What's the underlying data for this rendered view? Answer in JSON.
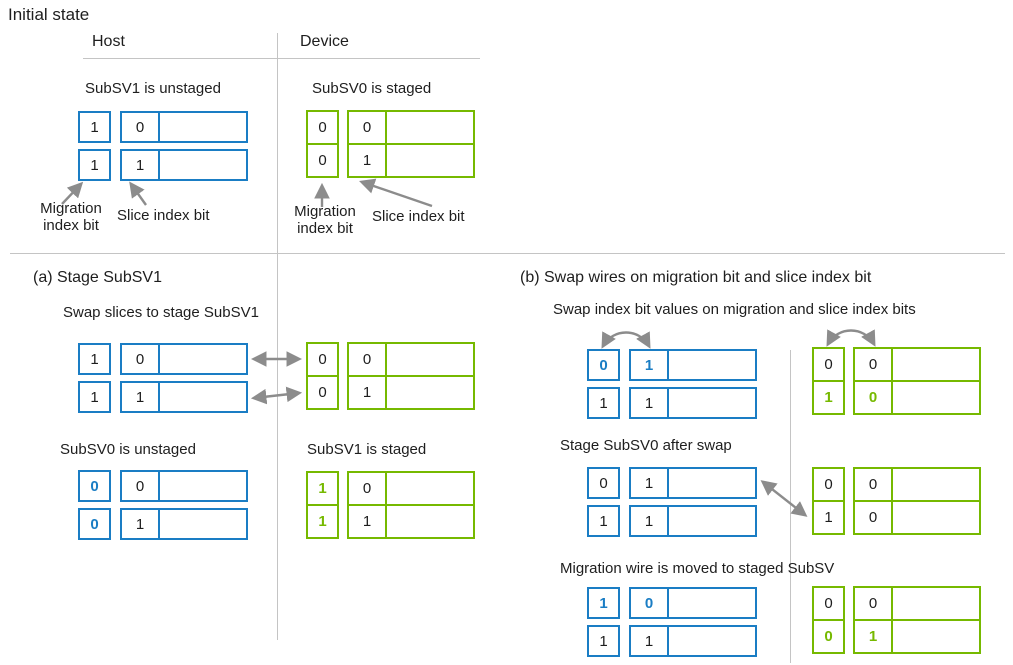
{
  "title": "Initial state",
  "colors": {
    "host_accent": "#1A7DC4",
    "device_accent": "#76B900",
    "arrow": "#8C8C8C",
    "divider": "#C4C4C4"
  },
  "initial": {
    "host_label": "Host",
    "device_label": "Device",
    "host_caption": "SubSV1 is unstaged",
    "device_caption": "SubSV0 is staged",
    "host_migration_label": "Migration index bit",
    "host_slice_label": "Slice index bit",
    "device_migration_label": "Migration index bit",
    "device_slice_label": "Slice index bit",
    "host_bits": {
      "rows": [
        [
          "1",
          "0"
        ],
        [
          "1",
          "1"
        ]
      ]
    },
    "device_bits": {
      "rows": [
        [
          "0",
          "0"
        ],
        [
          "0",
          "1"
        ]
      ]
    }
  },
  "section_a": {
    "heading": "(a) Stage SubSV1",
    "subheading": "Swap slices to stage SubSV1",
    "host_bits": {
      "rows": [
        [
          "1",
          "0"
        ],
        [
          "1",
          "1"
        ]
      ]
    },
    "device_bits": {
      "rows": [
        [
          "0",
          "0"
        ],
        [
          "0",
          "1"
        ]
      ]
    },
    "result_host_caption": "SubSV0 is unstaged",
    "result_device_caption": "SubSV1 is staged",
    "result_host_bits": {
      "rows": [
        [
          "0",
          "0"
        ],
        [
          "0",
          "1"
        ]
      ]
    },
    "result_device_bits": {
      "rows": [
        [
          "1",
          "0"
        ],
        [
          "1",
          "1"
        ]
      ]
    }
  },
  "section_b": {
    "heading": "(b) Swap wires on migration bit and slice index bit",
    "subheading": "Swap index bit values on migration and slice index bits",
    "swap_host_bits": {
      "rows": [
        [
          "0",
          "1"
        ],
        [
          "1",
          "1"
        ]
      ]
    },
    "swap_device_bits": {
      "rows": [
        [
          "0",
          "0"
        ],
        [
          "1",
          "0"
        ]
      ]
    },
    "stage_caption": "Stage SubSV0 after swap",
    "stage_host_bits": {
      "rows": [
        [
          "0",
          "1"
        ],
        [
          "1",
          "1"
        ]
      ]
    },
    "stage_device_bits": {
      "rows": [
        [
          "0",
          "0"
        ],
        [
          "1",
          "0"
        ]
      ]
    },
    "moved_caption": "Migration wire is moved to staged SubSV",
    "moved_host_bits": {
      "rows": [
        [
          "1",
          "0"
        ],
        [
          "1",
          "1"
        ]
      ]
    },
    "moved_device_bits": {
      "rows": [
        [
          "0",
          "0"
        ],
        [
          "0",
          "1"
        ]
      ]
    }
  }
}
